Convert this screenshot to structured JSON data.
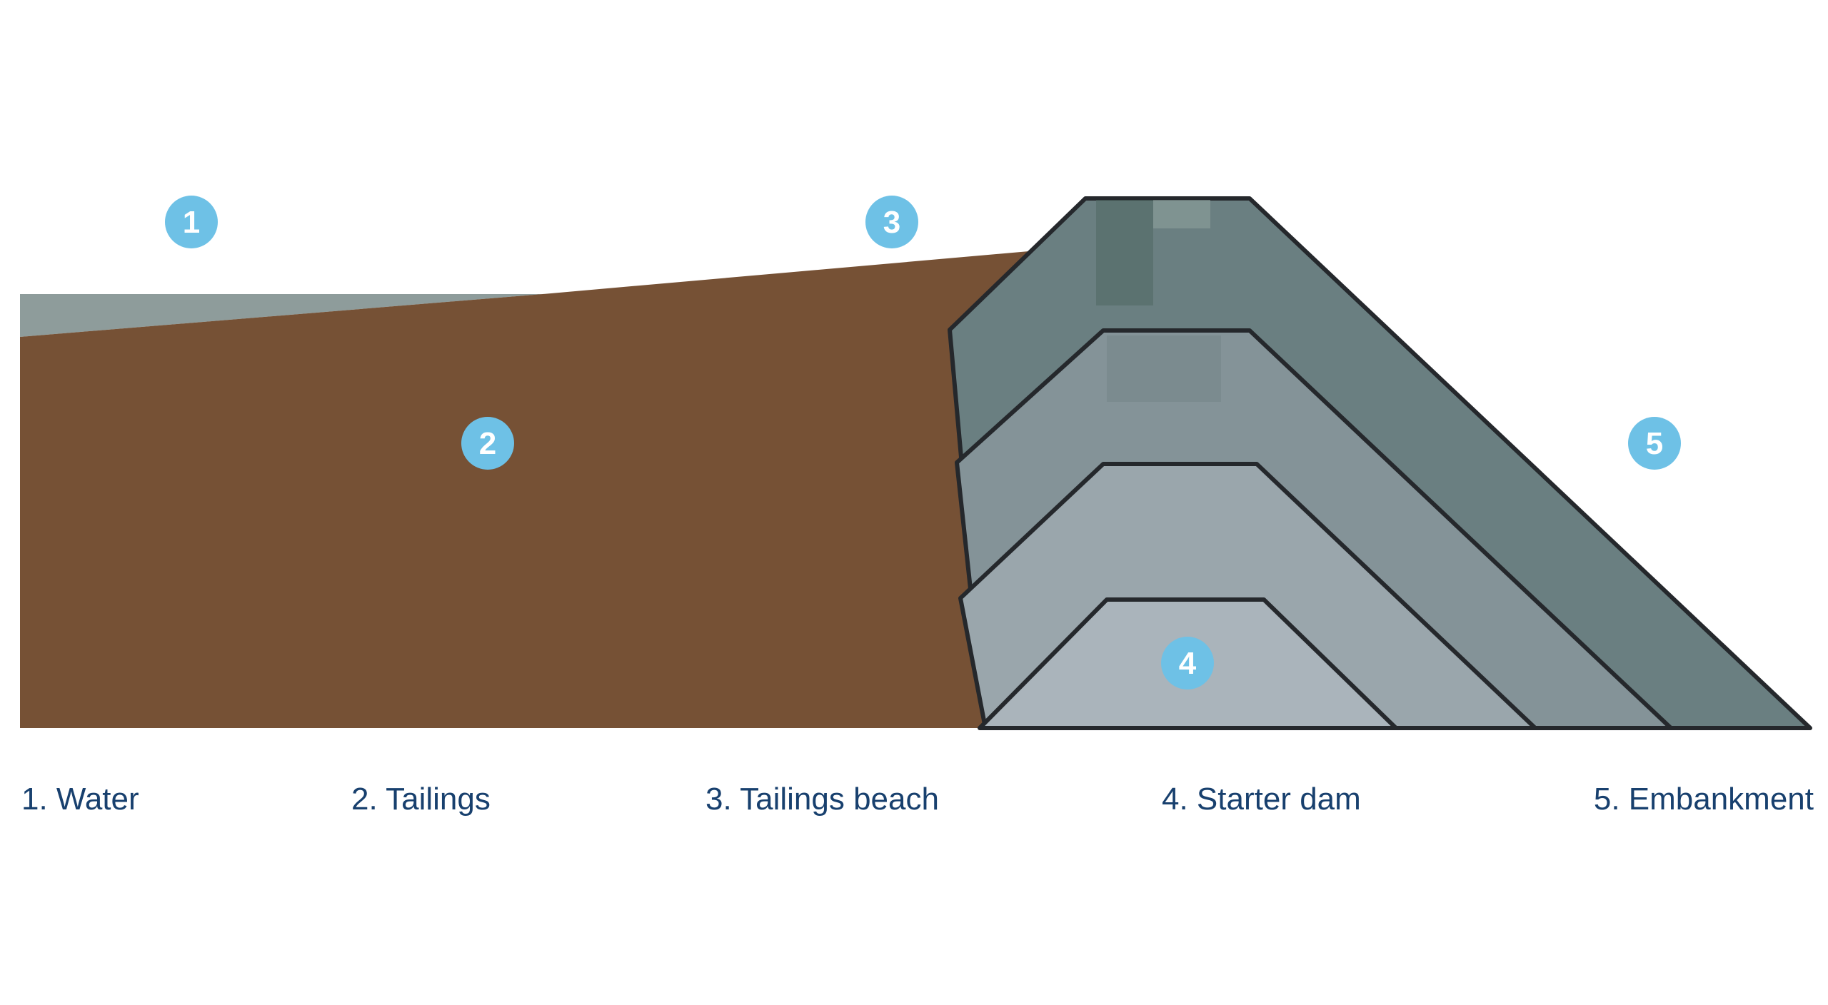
{
  "colors": {
    "water": "#8e9c9b",
    "tailings": "#765135",
    "marker": "#6ec1e6",
    "marker_text": "#ffffff",
    "outline": "#25282c",
    "legend_text": "#18406e",
    "layer1": "#aab4bb",
    "layer2": "#9aa6ac",
    "layer3": "#849398",
    "layer4": "#6a7f81"
  },
  "markers": [
    {
      "num": "1",
      "item": "water"
    },
    {
      "num": "2",
      "item": "tailings"
    },
    {
      "num": "3",
      "item": "tailings-beach"
    },
    {
      "num": "4",
      "item": "starter-dam"
    },
    {
      "num": "5",
      "item": "embankment"
    }
  ],
  "legend": [
    {
      "label": "1. Water"
    },
    {
      "label": "2. Tailings"
    },
    {
      "label": "3. Tailings beach"
    },
    {
      "label": "4. Starter dam"
    },
    {
      "label": "5. Embankment"
    }
  ]
}
